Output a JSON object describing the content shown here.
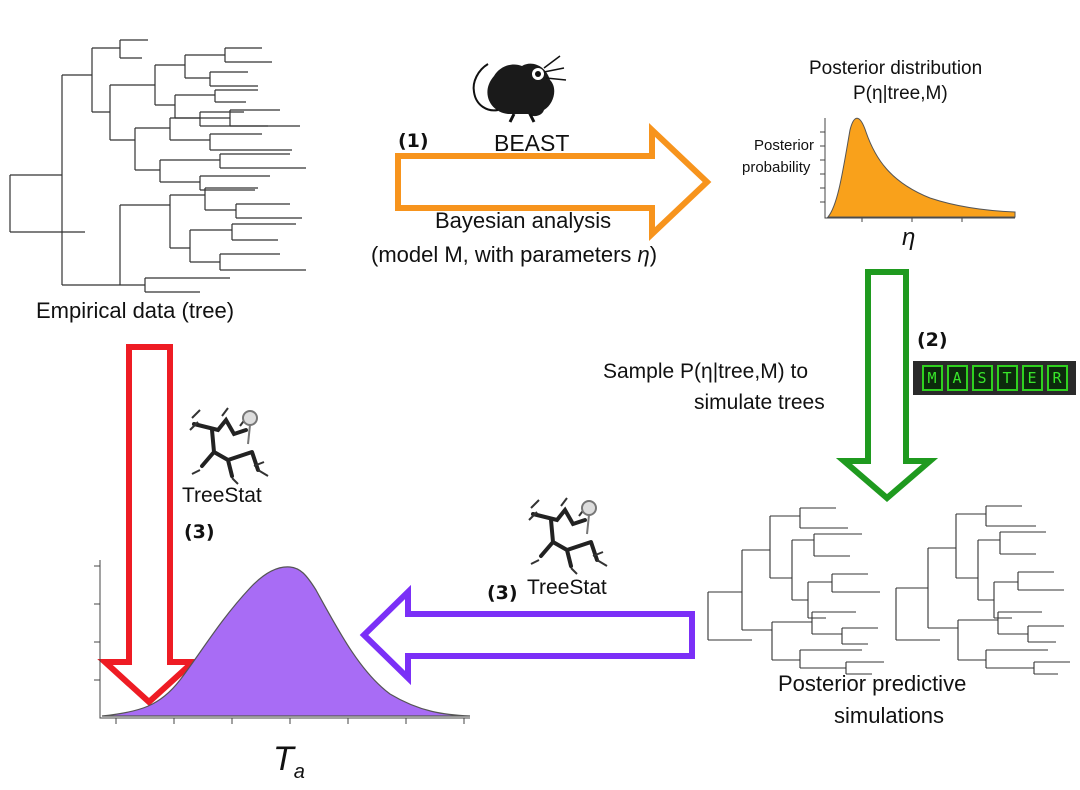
{
  "tool_beast": "BEAST",
  "tool_master_letters": [
    "M",
    "A",
    "S",
    "T",
    "E",
    "R"
  ],
  "tool_treestat": "TreeStat",
  "step_1": "(1)",
  "step_2": "(2)",
  "step_3": "(3)",
  "empirical_label": "Empirical data (tree)",
  "analysis_line1": "Bayesian analysis",
  "analysis_line2_prefix": "(model M, with parameters ",
  "analysis_line2_param": "η",
  "analysis_line2_suffix": ")",
  "posterior_title_line1": "Posterior distribution",
  "posterior_title_line2": "P(η|tree,M)",
  "posterior_ylabel_line1": "Posterior",
  "posterior_ylabel_line2": "probability",
  "posterior_xlabel": "η",
  "sample_line1": "Sample P(η|tree,M) to",
  "sample_line2": "simulate trees",
  "predictive_line1": "Posterior predictive",
  "predictive_line2": "simulations",
  "stat_xlabel_main": "T",
  "stat_xlabel_sub": "a",
  "colors": {
    "orange": "#f7941d",
    "orange_fill": "#f9a11b",
    "green": "#1f9a1f",
    "red": "#ee1c24",
    "purple": "#7b2ff7",
    "purple_fill": "#a86cf5",
    "master_bg": "#2a2a2a",
    "master_text": "#38e62a"
  }
}
